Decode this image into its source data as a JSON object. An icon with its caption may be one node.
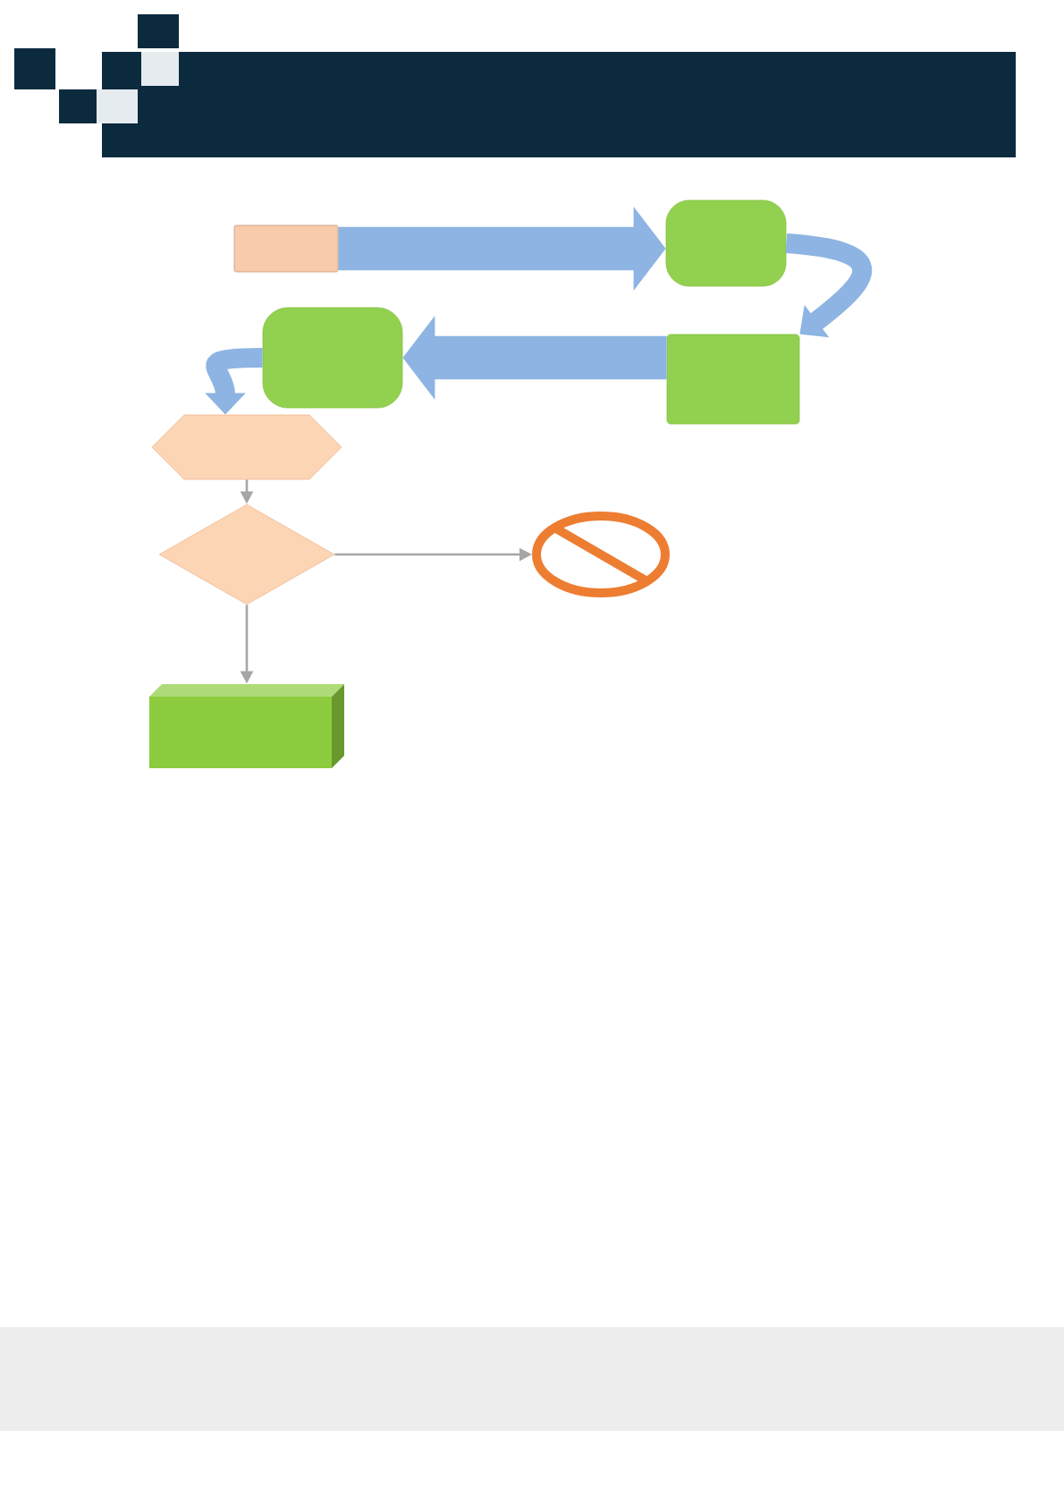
{
  "diagram": {
    "nodes": [
      {
        "text": [],
        "shape": "box"
      },
      {
        "text": [],
        "shape": "box"
      },
      {
        "text": [],
        "shape": "box"
      },
      {
        "text": [],
        "shape": "box"
      },
      {
        "text": [],
        "shape": "hexagon"
      },
      {
        "text": [],
        "shape": "diamond"
      },
      {
        "text": [],
        "shape": "circle"
      },
      {
        "text": [],
        "shape": "box"
      }
    ],
    "edges": [
      {
        "from": 0,
        "to": 1,
        "arrow": "to",
        "style": "thick"
      },
      {
        "from": 1,
        "to": 2,
        "arrow": "to"
      },
      {
        "from": 2,
        "to": 3,
        "arrow": "to",
        "style": "thick"
      },
      {
        "from": 3,
        "to": 4,
        "arrow": "to"
      },
      {
        "from": 4,
        "to": 5,
        "arrow": "to",
        "color": "#a6a6a6"
      },
      {
        "from": 5,
        "to": 6,
        "arrow": "to",
        "color": "#a6a6a6"
      },
      {
        "from": 5,
        "to": 7,
        "arrow": "to",
        "color": "#a6a6a6"
      }
    ]
  }
}
